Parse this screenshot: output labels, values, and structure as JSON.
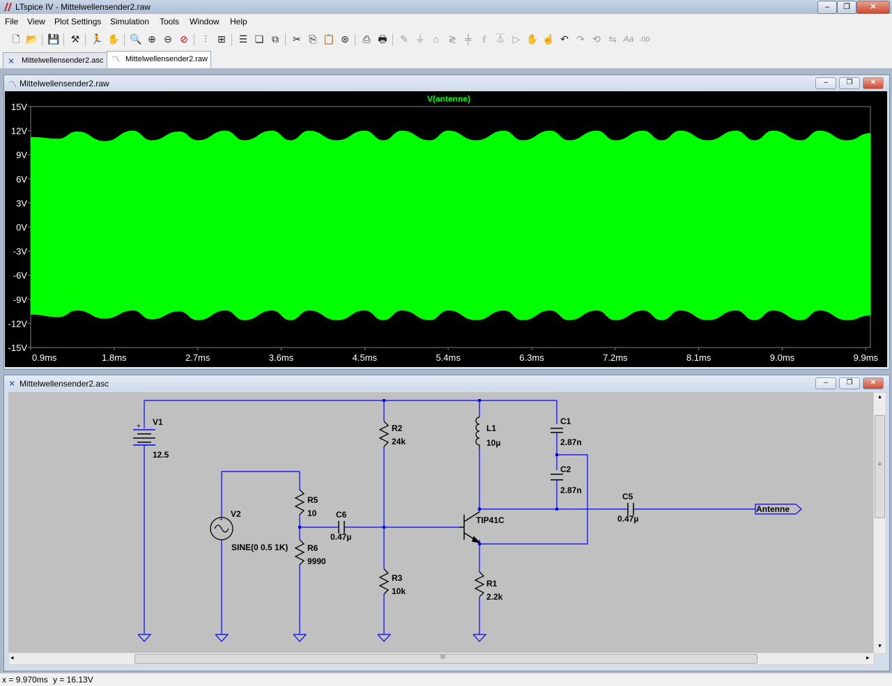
{
  "window": {
    "title": "LTspice IV - Mittelwellensender2.raw",
    "minimize": "–",
    "maximize": "❐",
    "close": "✕"
  },
  "menu": [
    "File",
    "View",
    "Plot Settings",
    "Simulation",
    "Tools",
    "Window",
    "Help"
  ],
  "toolbar": {
    "buttons": [
      "new-schematic",
      "open",
      "save",
      "control-panel",
      "run",
      "halt",
      "zoom-area",
      "zoom-in",
      "zoom-out",
      "zoom-cancel",
      "autorange",
      "manual-limits",
      "tile-horizontal",
      "cascade",
      "close-all",
      "cut",
      "copy",
      "paste",
      "find",
      "print-preview",
      "print",
      "draw-wire",
      "ground",
      "label-net",
      "resistor",
      "capacitor",
      "inductor",
      "diode",
      "component",
      "move",
      "drag",
      "undo",
      "redo",
      "rotate",
      "mirror",
      "text",
      "spice-directive"
    ]
  },
  "tabs": [
    {
      "label": "Mittelwellensender2.asc",
      "icon": "schematic-icon",
      "active": false
    },
    {
      "label": "Mittelwellensender2.raw",
      "icon": "waveform-icon",
      "active": true
    }
  ],
  "plot_window": {
    "title": "Mittelwellensender2.raw",
    "trace_name": "V(antenne)",
    "trace_color": "#00ff00",
    "background": "#000000"
  },
  "chart_data": {
    "type": "area",
    "title": "V(antenne)",
    "x_ticks": [
      "0.9ms",
      "1.8ms",
      "2.7ms",
      "3.6ms",
      "4.5ms",
      "5.4ms",
      "6.3ms",
      "7.2ms",
      "8.1ms",
      "9.0ms",
      "9.9ms"
    ],
    "y_ticks": [
      "15V",
      "12V",
      "9V",
      "6V",
      "3V",
      "0V",
      "-3V",
      "-6V",
      "-9V",
      "-12V",
      "-15V"
    ],
    "xlim_ms": [
      0.9,
      9.95
    ],
    "ylim_v": [
      -15,
      15
    ],
    "envelope": {
      "x_ms": [
        0.9,
        1.2,
        1.4,
        1.7,
        2.0,
        2.2,
        2.5,
        2.7,
        3.0,
        3.2,
        3.5,
        3.7,
        3.9,
        4.2,
        4.5,
        4.7,
        4.9,
        5.2,
        5.4,
        5.7,
        6.0,
        6.2,
        6.5,
        6.7,
        7.0,
        7.2,
        7.5,
        7.7,
        7.9,
        8.2,
        8.5,
        8.7,
        8.9,
        9.2,
        9.4,
        9.7,
        9.95
      ],
      "upper_v": [
        11.2,
        11.0,
        11.9,
        10.7,
        12.0,
        10.8,
        11.9,
        10.8,
        12.0,
        10.8,
        12.0,
        10.8,
        12.0,
        10.8,
        12.0,
        10.8,
        12.0,
        10.8,
        12.0,
        10.8,
        12.0,
        10.8,
        12.0,
        10.8,
        12.0,
        10.8,
        12.0,
        10.8,
        12.0,
        10.8,
        12.0,
        10.8,
        12.0,
        10.8,
        12.0,
        10.8,
        11.7
      ],
      "lower_v": [
        -10.9,
        -11.2,
        -10.4,
        -11.4,
        -10.4,
        -11.5,
        -10.5,
        -11.6,
        -10.4,
        -11.6,
        -10.4,
        -11.6,
        -10.4,
        -11.6,
        -10.4,
        -11.6,
        -10.4,
        -11.6,
        -10.4,
        -11.6,
        -10.4,
        -11.6,
        -10.4,
        -11.6,
        -10.4,
        -11.6,
        -10.4,
        -11.6,
        -10.4,
        -11.6,
        -10.4,
        -11.6,
        -10.4,
        -11.6,
        -10.4,
        -11.6,
        -11.0
      ]
    },
    "grid": false
  },
  "schematic_window": {
    "title": "Mittelwellensender2.asc",
    "components": {
      "V1": {
        "name": "V1",
        "value": "12.5"
      },
      "V2": {
        "name": "V2",
        "value": "SINE(0 0.5 1K)"
      },
      "R1": {
        "name": "R1",
        "value": "2.2k"
      },
      "R2": {
        "name": "R2",
        "value": "24k"
      },
      "R3": {
        "name": "R3",
        "value": "10k"
      },
      "R5": {
        "name": "R5",
        "value": "10"
      },
      "R6": {
        "name": "R6",
        "value": "9990"
      },
      "C1": {
        "name": "C1",
        "value": "2.87n"
      },
      "C2": {
        "name": "C2",
        "value": "2.87n"
      },
      "C5": {
        "name": "C5",
        "value": "0.47µ"
      },
      "C6": {
        "name": "C6",
        "value": "0.47µ"
      },
      "L1": {
        "name": "L1",
        "value": "10µ"
      },
      "Q1": {
        "value": "TIP41C"
      },
      "net_label": "Antenne",
      "plus": "+"
    },
    "wire_color": "#0000ff",
    "background": "#c0c0c0"
  },
  "status": {
    "x": "x = 9.970ms",
    "y": "y = 16.13V"
  },
  "scrollbars": {
    "grip": "III",
    "left_arrow": "◂",
    "right_arrow": "▸",
    "up_arrow": "▴",
    "down_arrow": "▾",
    "vgrip": "≡"
  }
}
